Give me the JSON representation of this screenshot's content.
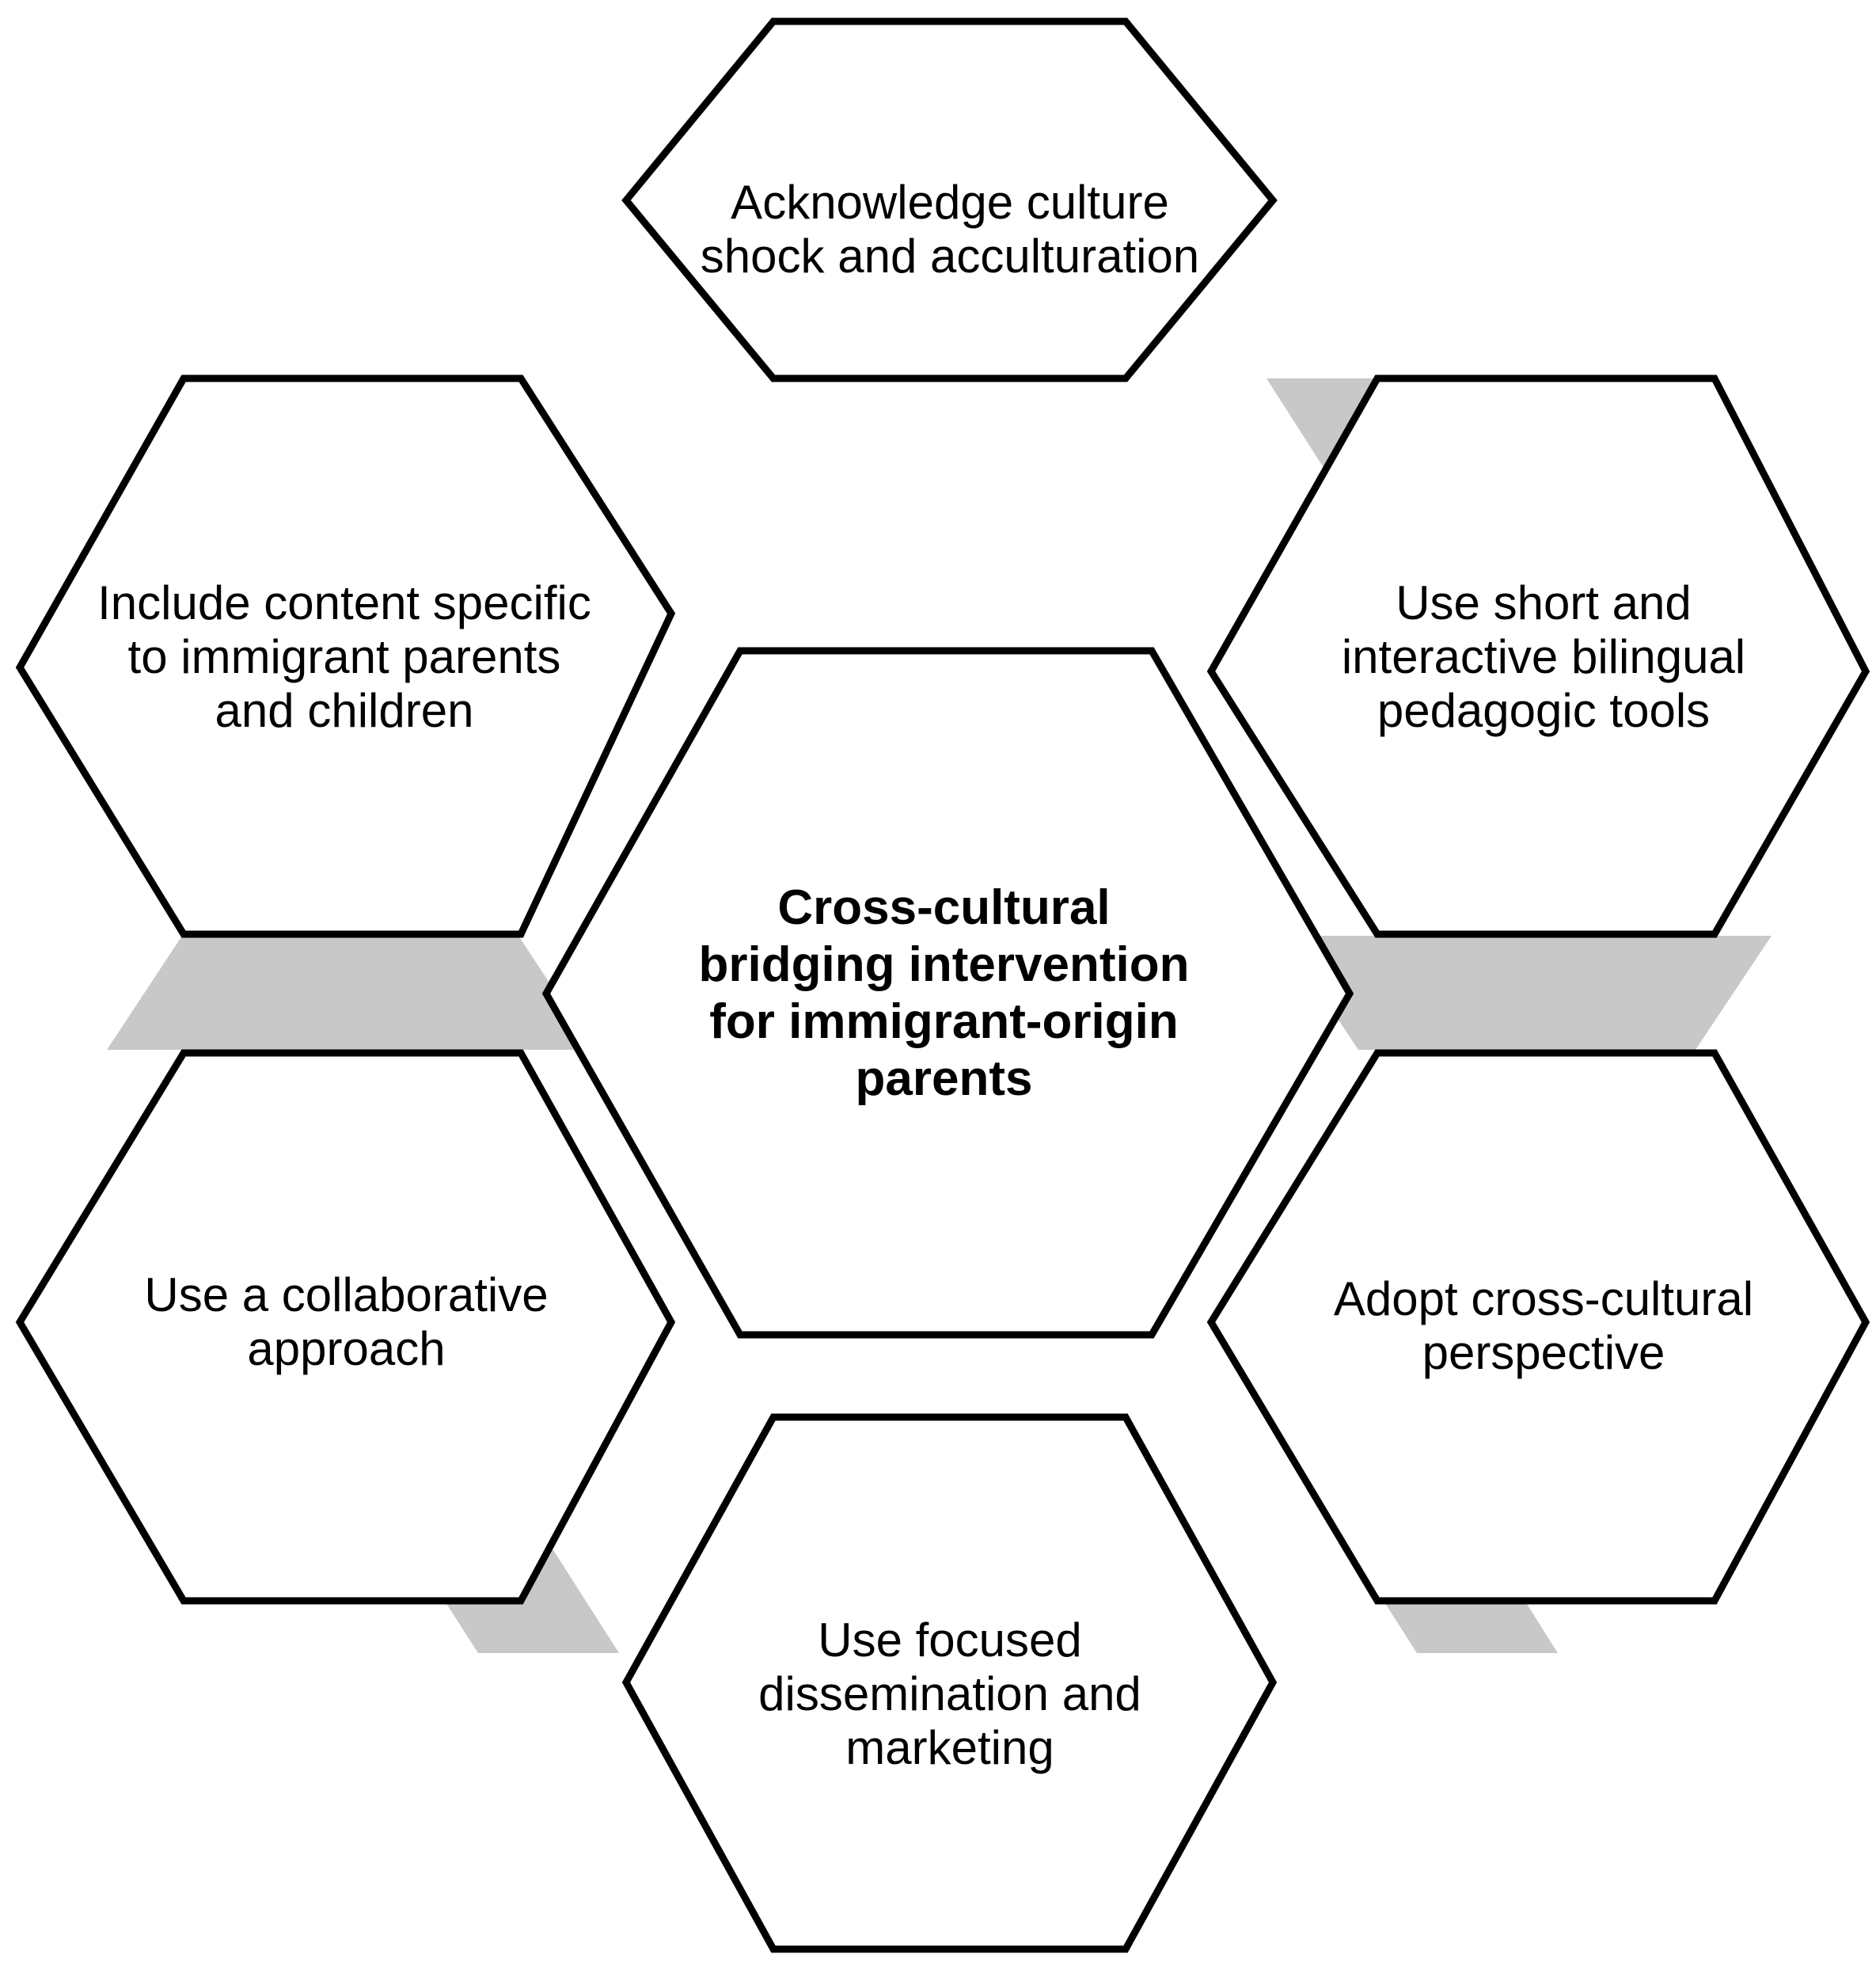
{
  "diagram": {
    "type": "hexagon-cluster",
    "colors": {
      "hex_fill": "#ffffff",
      "hex_stroke": "#000000",
      "connector_fill": "#c8c8c8",
      "background": "#ffffff",
      "text": "#000000"
    },
    "center": {
      "id": "center",
      "label": "Cross-cultural bridging intervention for immigrant-origin parents",
      "bold": true
    },
    "nodes": [
      {
        "id": "top",
        "position": "top",
        "label": "Acknowledge culture shock and acculturation"
      },
      {
        "id": "upper-left",
        "position": "upper-left",
        "label": "Include content specific to immigrant parents and children"
      },
      {
        "id": "upper-right",
        "position": "upper-right",
        "label": "Use short and interactive bilingual pedagogic tools"
      },
      {
        "id": "lower-left",
        "position": "lower-left",
        "label": "Use a collaborative approach"
      },
      {
        "id": "lower-right",
        "position": "lower-right",
        "label": "Adopt cross-cultural perspective"
      },
      {
        "id": "bottom",
        "position": "bottom",
        "label": "Use focused dissemination and marketing"
      }
    ],
    "connectors": [
      {
        "id": "upper-left-to-top",
        "from": "upper-left",
        "to": "top"
      },
      {
        "id": "top-to-upper-right",
        "from": "top",
        "to": "upper-right"
      },
      {
        "id": "upper-left-to-lower-left",
        "from": "upper-left",
        "to": "lower-left"
      },
      {
        "id": "upper-right-to-lower-right",
        "from": "upper-right",
        "to": "lower-right"
      },
      {
        "id": "lower-left-to-bottom",
        "from": "lower-left",
        "to": "bottom"
      },
      {
        "id": "bottom-to-lower-right",
        "from": "bottom",
        "to": "lower-right"
      }
    ]
  }
}
